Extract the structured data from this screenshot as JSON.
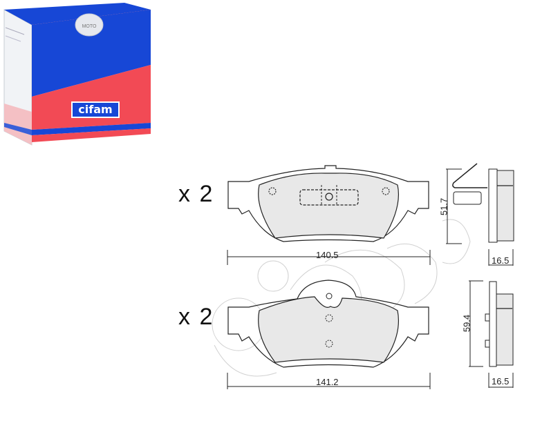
{
  "product_box": {
    "brand": "cifam",
    "badge": "MOTO",
    "colors": {
      "blue": "#1747d6",
      "red": "#f24a55",
      "white": "#ffffff"
    }
  },
  "drawings": [
    {
      "quantity_label": "x 2",
      "width_dim": "140.5",
      "height_dim": "51.7",
      "thickness_dim": "16.5"
    },
    {
      "quantity_label": "x 2",
      "width_dim": "141.2",
      "height_dim": "59.4",
      "thickness_dim": "16.5"
    }
  ],
  "colors": {
    "pad_fill": "#e8e8e8",
    "line": "#222222",
    "watermark": "#cfcfcf"
  }
}
